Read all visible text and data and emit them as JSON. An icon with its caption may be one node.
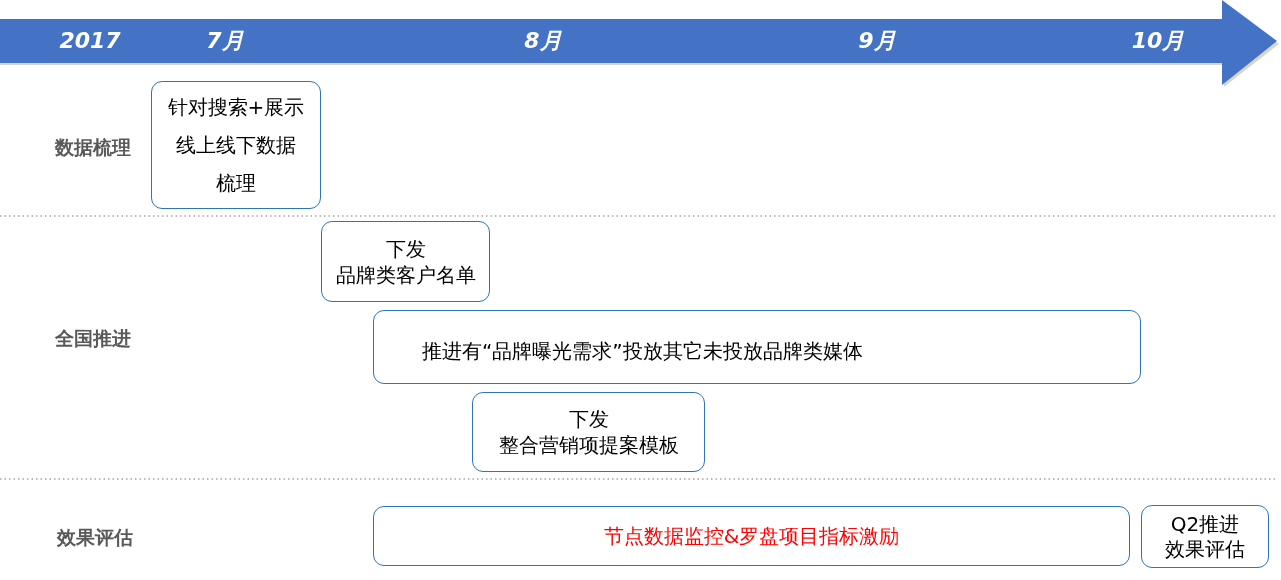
{
  "diagram": {
    "nodes": [
      {
        "text": [
          "针对搜索+展示线上线下数据梳理"
        ]
      },
      {
        "text": [
          "下发",
          "品牌类客户名单"
        ]
      },
      {
        "text": [
          "推进有“品牌曝光需求”投放其它未投放品牌类媒体"
        ]
      },
      {
        "text": [
          "下发",
          "整合营销项提案模板"
        ]
      },
      {
        "text": [
          "节点数据监控&罗盘项目指标激励"
        ]
      },
      {
        "text": [
          "Q2推进",
          "效果评估"
        ]
      }
    ],
    "labels": [
      "2017",
      "7月",
      "8月",
      "9月",
      "10月",
      "数据梳理",
      "全国推进",
      "效果评估"
    ]
  }
}
